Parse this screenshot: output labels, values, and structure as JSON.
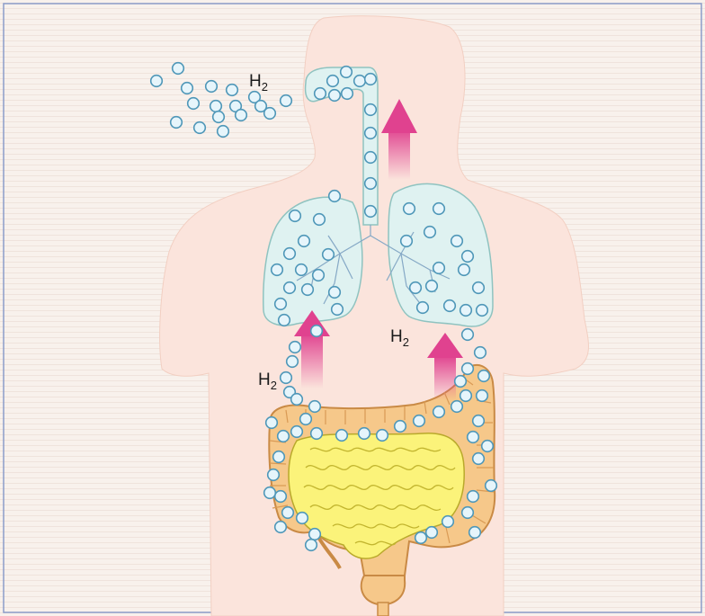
{
  "labels": {
    "h2_breath": "H",
    "h2_left": "H",
    "h2_right": "H",
    "subscript": "2"
  },
  "colors": {
    "page_background": "#f7efe9",
    "body_silhouette": "#fbe4dc",
    "lung_fill": "#dff2f1",
    "lung_stroke": "#8fc3c0",
    "bubble_fill": "#e6f5fb",
    "bubble_stroke": "#4f97b8",
    "colon_fill": "#f6c88a",
    "colon_stroke": "#c98a45",
    "small_intestine_fill": "#fbf37a",
    "small_intestine_stroke": "#b9a92b",
    "arrow_color": "#e0428f",
    "frame": "#8c9dc9"
  },
  "icons": [
    "lungs",
    "trachea",
    "colon",
    "small-intestine",
    "hydrogen-bubble",
    "upward-arrow"
  ]
}
